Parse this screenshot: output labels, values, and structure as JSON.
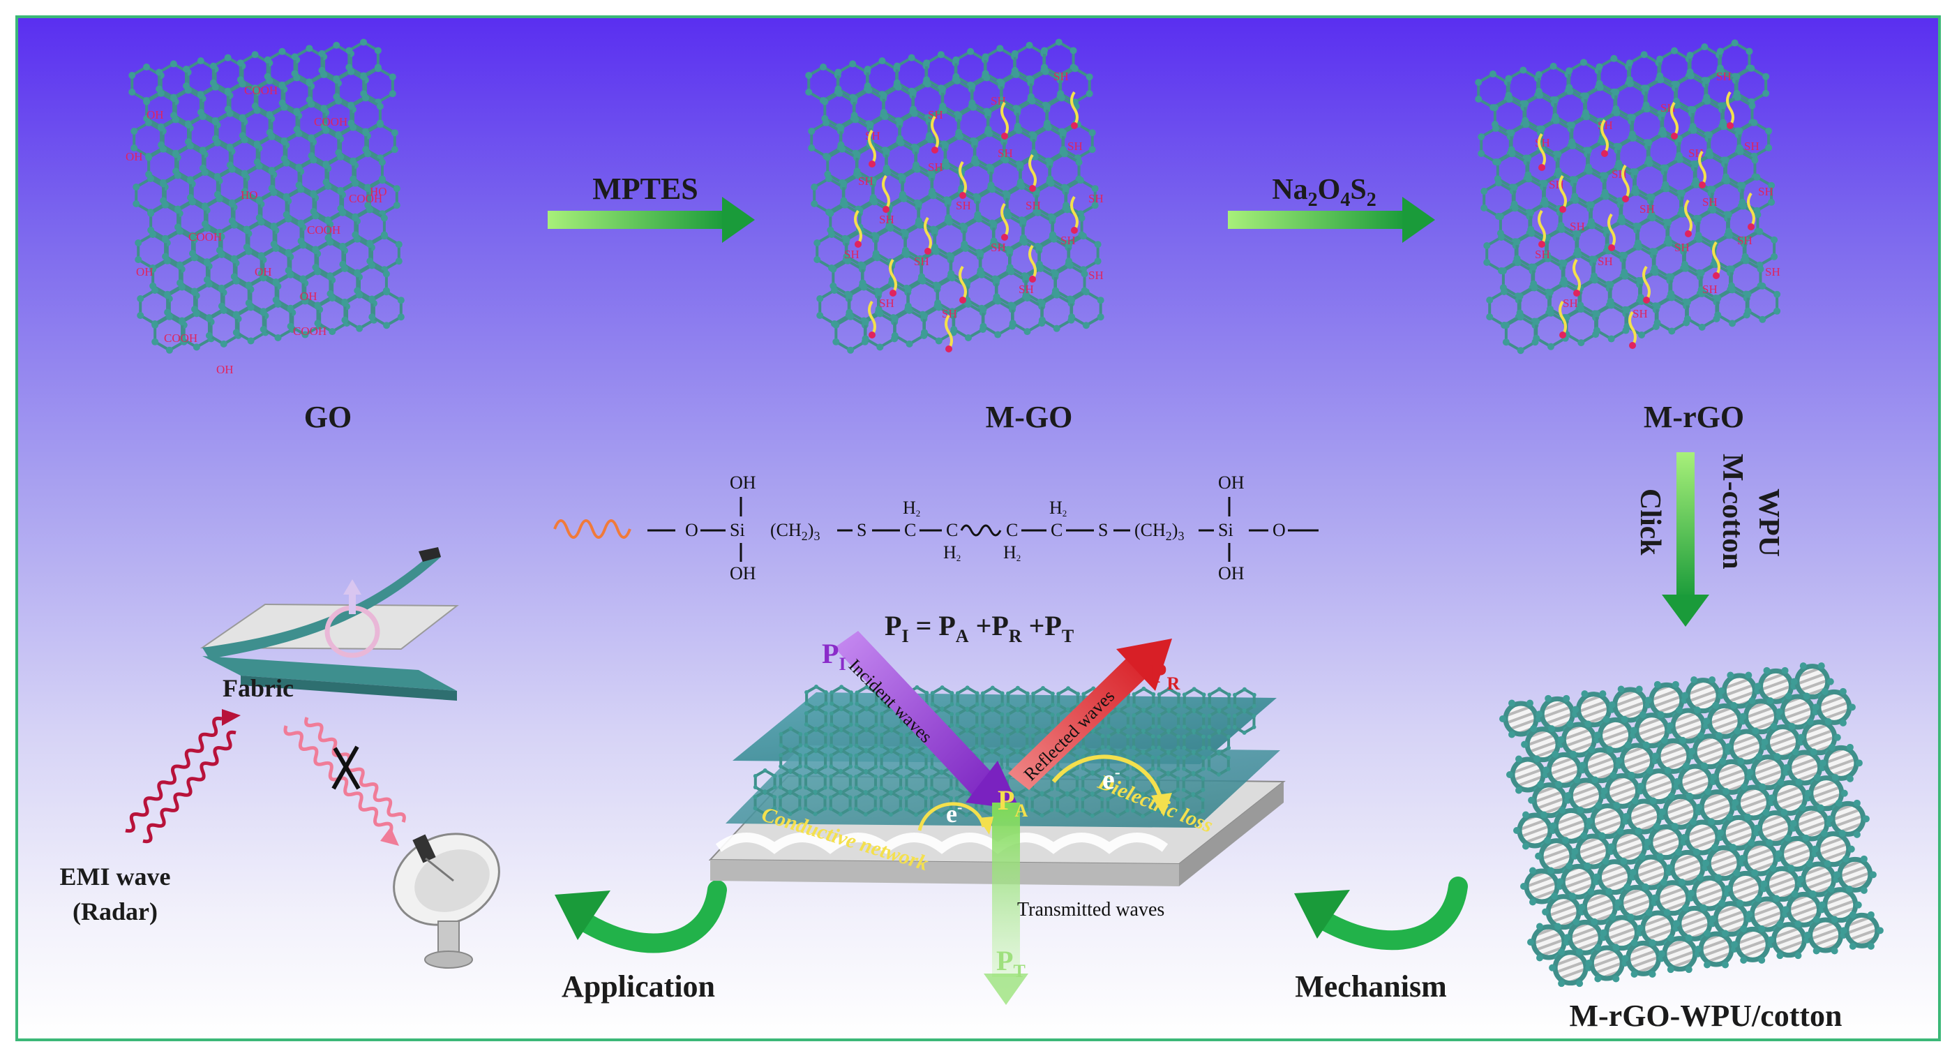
{
  "labels": {
    "go": "GO",
    "mgo": "M-GO",
    "mrgo": "M-rGO",
    "final": "M-rGO-WPU/cotton",
    "mptes": "MPTES",
    "reductant": "Na2O4S2",
    "mcotton": "M-cotton",
    "wpu": "WPU",
    "click": "Click",
    "mechanism": "Mechanism",
    "application": "Application",
    "fabric": "Fabric",
    "emi": "EMI wave",
    "radar": "(Radar)"
  },
  "equation": "PI = PA + PR + PT",
  "waves": {
    "incident": "Incident waves",
    "reflected": "Reflected waves",
    "transmitted": "Transmitted waves",
    "conductive": "Conductive network",
    "dielectric": "Dielectric loss",
    "pi": "PI",
    "pa": "PA",
    "pr": "PR",
    "pt": "PT",
    "electron": "e-"
  },
  "structure": {
    "oh": "OH",
    "o": "O",
    "si": "Si",
    "s": "S",
    "c": "C",
    "ch2": "(CH2)3",
    "h2": "H2"
  },
  "groups": {
    "oh": "OH",
    "cooh": "COOH",
    "ho": "HO",
    "sh": "SH"
  },
  "colors": {
    "lattice": "#3f8f8a",
    "atom": "#3e9c96",
    "group": "#e0245e",
    "arrow": "#22b24a",
    "incident": "#9b3fd0",
    "reflected": "#e5383b",
    "transmitted": "#7ed957",
    "annotation": "#f4e04d"
  }
}
